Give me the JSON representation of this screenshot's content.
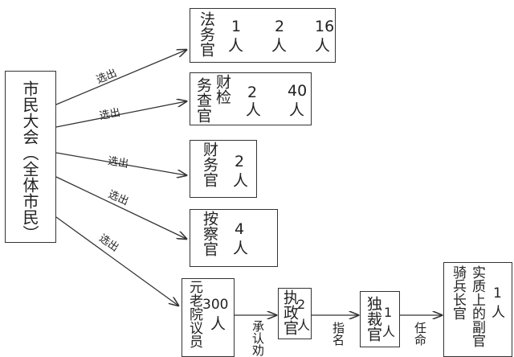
{
  "assembly": {
    "label": "市民大会（全体市民）"
  },
  "elect_label": "选出",
  "legal": {
    "title": "法务官",
    "counts": [
      "1",
      "2",
      "16"
    ],
    "unit": "人"
  },
  "censor": {
    "title_a": "财检",
    "title_b": "务查官",
    "counts": [
      "2",
      "40"
    ],
    "unit": "人"
  },
  "treasury": {
    "title": "财务官",
    "count": "2",
    "unit": "人"
  },
  "inspector": {
    "title": "按察官",
    "count": "4",
    "unit": "人"
  },
  "senate": {
    "title": "元老院议员",
    "count": "300",
    "unit": "人"
  },
  "approve_label": "承认劝",
  "consul": {
    "title": "执政官",
    "count": "2",
    "unit": "人"
  },
  "appoint_label": "指名",
  "dictator": {
    "title": "独裁官",
    "count": "1",
    "unit": "人"
  },
  "nominate_label": "任命",
  "cavalry": {
    "title_a": "骑兵长官",
    "title_b": "实质上的副官",
    "count": "1",
    "unit": "人"
  }
}
